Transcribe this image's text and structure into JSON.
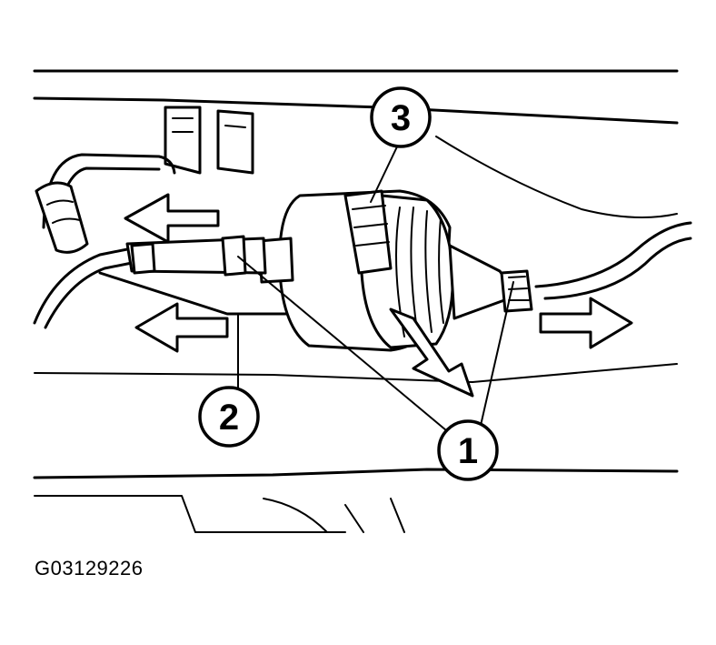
{
  "figure": {
    "id_code": "G03129226"
  },
  "callouts": [
    {
      "label": "1"
    },
    {
      "label": "2"
    },
    {
      "label": "3"
    }
  ],
  "colors": {
    "line": "#000000",
    "background": "#ffffff"
  }
}
